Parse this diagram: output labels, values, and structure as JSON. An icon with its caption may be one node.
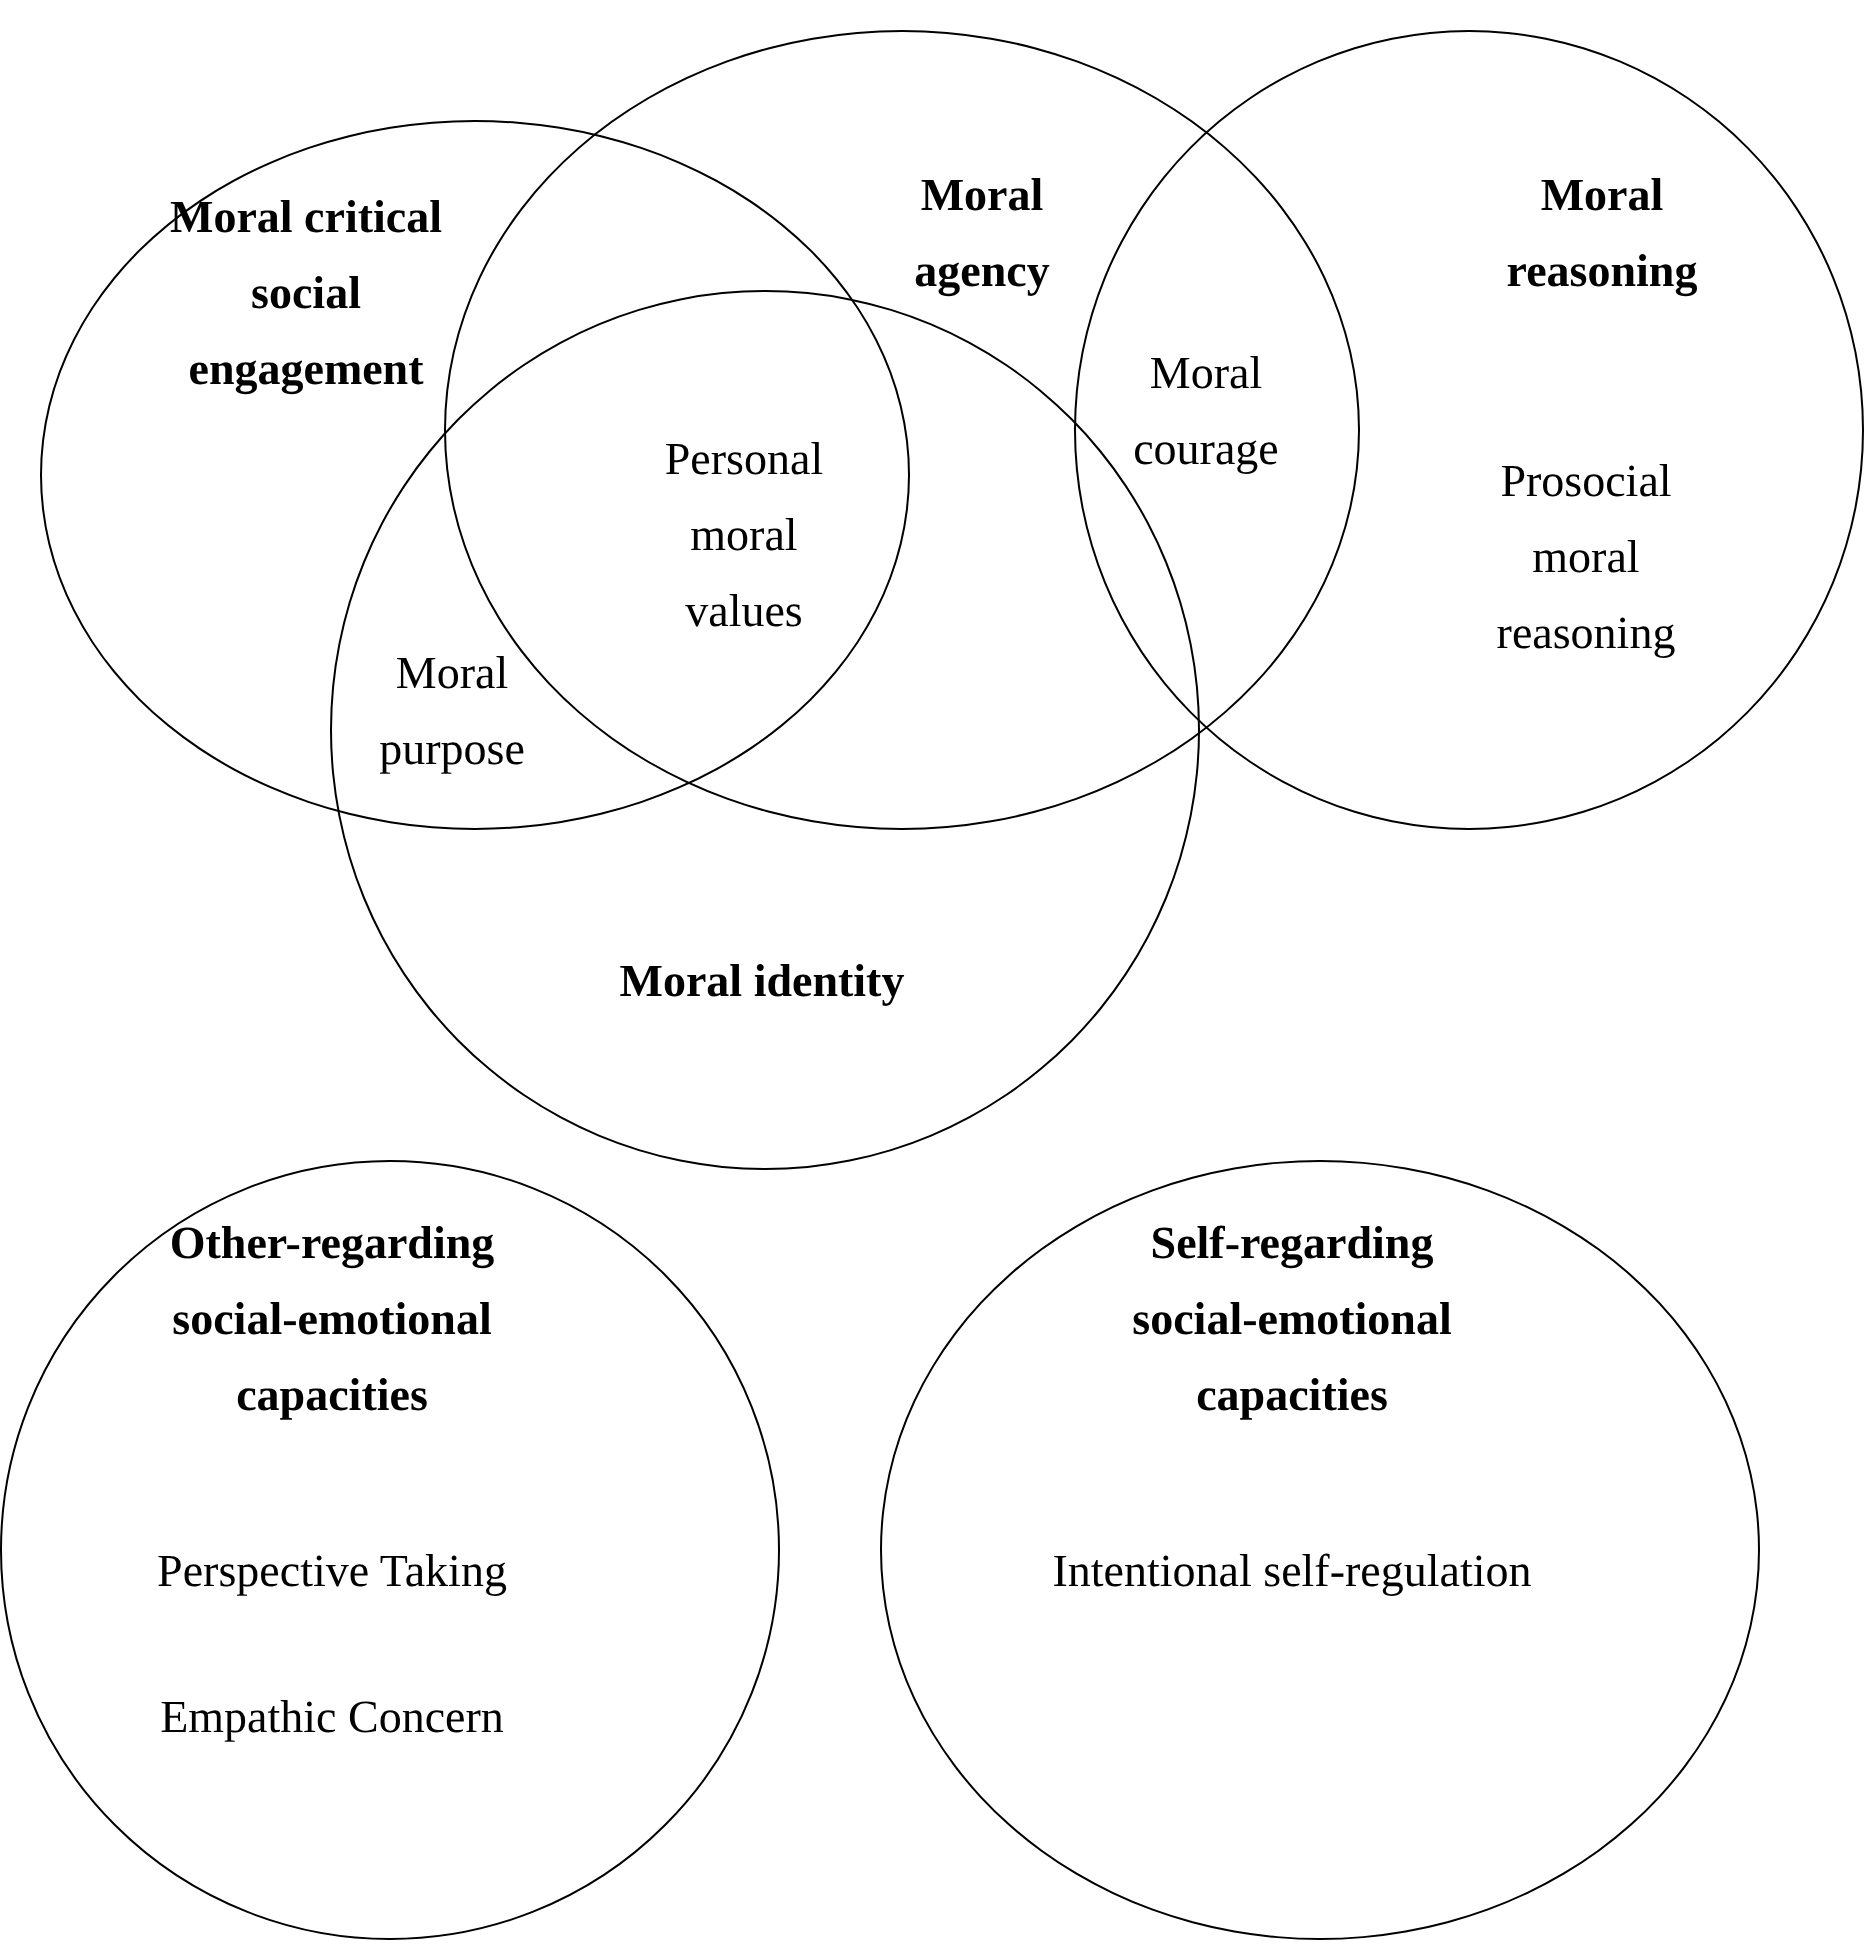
{
  "diagram": {
    "nodes": [
      {
        "text": [
          "Moral critical social engagement"
        ]
      },
      {
        "text": [
          "Moral agency"
        ]
      },
      {
        "text": [
          "Moral reasoning",
          "Prosocial moral reasoning"
        ]
      },
      {
        "text": [
          "Moral identity"
        ]
      },
      {
        "text": [
          "Other-regarding social-emotional capacities",
          "Perspective Taking",
          "Empathic Concern"
        ]
      },
      {
        "text": [
          "Self-regarding social-emotional capacities",
          "Intentional self-regulation"
        ]
      }
    ],
    "labels": [
      "Moral courage",
      "Personal moral values",
      "Moral purpose"
    ]
  }
}
